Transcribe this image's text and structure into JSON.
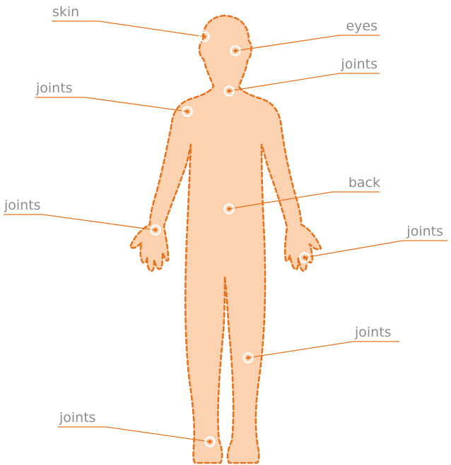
{
  "colors": {
    "body_fill": "#fdd2b0",
    "outline": "#e8731f",
    "leader": "#e8731f",
    "label_text": "#8c8c8c",
    "marker_ring": "#ffffff"
  },
  "labels": {
    "skin": "skin",
    "eyes": "eyes",
    "joints_neck": "joints",
    "joints_shoulder": "joints",
    "back": "back",
    "joints_left_wrist": "joints",
    "joints_right_hand": "joints",
    "joints_knee": "joints",
    "joints_ankle": "joints"
  }
}
